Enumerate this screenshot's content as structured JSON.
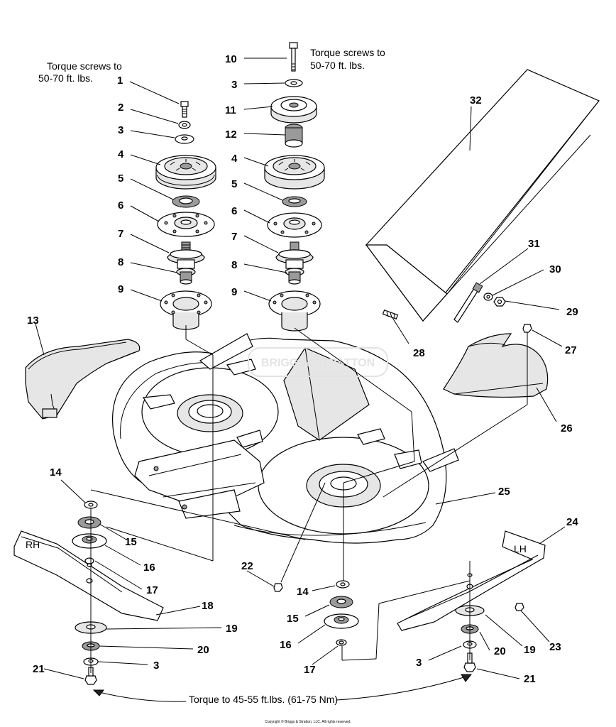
{
  "notes": {
    "torque_left": [
      "Torque screws to",
      "50-70 ft. lbs."
    ],
    "torque_right": [
      "Torque screws to",
      "50-70 ft. lbs."
    ],
    "torque_bottom": "Torque to 45-55 ft.lbs. (61-75 Nm)",
    "blade_rh": "RH",
    "blade_lh": "LH",
    "watermark": "BRIGGS&STRATTON",
    "copyright": "Copyright © Briggs & Stratton, LLC. All rights reserved."
  },
  "callouts": {
    "c1": "1",
    "c2": "2",
    "c3a": "3",
    "c4a": "4",
    "c5a": "5",
    "c6a": "6",
    "c7a": "7",
    "c8a": "8",
    "c9a": "9",
    "c10": "10",
    "c3b": "3",
    "c11": "11",
    "c12": "12",
    "c4b": "4",
    "c5b": "5",
    "c6b": "6",
    "c7b": "7",
    "c8b": "8",
    "c9b": "9",
    "c13": "13",
    "c32": "32",
    "c31": "31",
    "c30": "30",
    "c29": "29",
    "c28": "28",
    "c27": "27",
    "c26": "26",
    "c25": "25",
    "c24": "24",
    "c14a": "14",
    "c15a": "15",
    "c16a": "16",
    "c17a": "17",
    "c18": "18",
    "c19a": "19",
    "c20a": "20",
    "c3c": "3",
    "c21a": "21",
    "c22": "22",
    "c14b": "14",
    "c15b": "15",
    "c16b": "16",
    "c17b": "17",
    "c23": "23",
    "c19b": "19",
    "c20b": "20",
    "c3d": "3",
    "c21b": "21"
  }
}
